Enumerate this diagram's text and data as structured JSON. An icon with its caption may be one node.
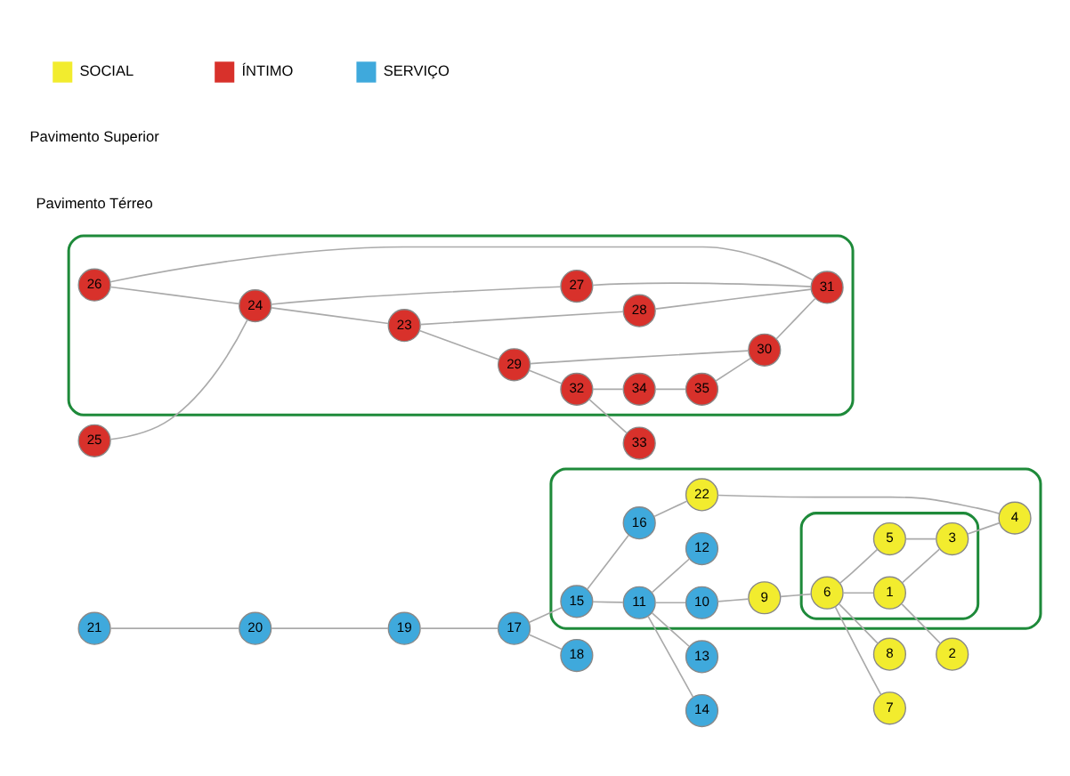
{
  "diagram": {
    "nodes": [
      {
        "text": [],
        "shape": "box"
      },
      {
        "text": [],
        "shape": "box",
        "in": 0
      },
      {
        "text": [],
        "shape": "box"
      },
      {
        "text": [
          "1"
        ],
        "in": 1
      },
      {
        "text": [
          "2"
        ]
      },
      {
        "text": [
          "3"
        ],
        "in": 1
      },
      {
        "text": [
          "4"
        ],
        "in": 0
      },
      {
        "text": [
          "5"
        ],
        "in": 1
      },
      {
        "text": [
          "6"
        ],
        "in": 1
      },
      {
        "text": [
          "7"
        ]
      },
      {
        "text": [
          "8"
        ]
      },
      {
        "text": [
          "9"
        ],
        "in": 0
      },
      {
        "text": [
          "10"
        ],
        "in": 0
      },
      {
        "text": [
          "11"
        ],
        "in": 0
      },
      {
        "text": [
          "12"
        ],
        "in": 0
      },
      {
        "text": [
          "13"
        ]
      },
      {
        "text": [
          "14"
        ]
      },
      {
        "text": [
          "15"
        ],
        "in": 0
      },
      {
        "text": [
          "16"
        ],
        "in": 0
      },
      {
        "text": [
          "17"
        ]
      },
      {
        "text": [
          "18"
        ]
      },
      {
        "text": [
          "19"
        ]
      },
      {
        "text": [
          "20"
        ]
      },
      {
        "text": [
          "21"
        ]
      },
      {
        "text": [
          "22"
        ],
        "in": 0
      },
      {
        "text": [
          "23"
        ],
        "in": 2
      },
      {
        "text": [
          "24"
        ],
        "in": 2
      },
      {
        "text": [
          "25"
        ]
      },
      {
        "text": [
          "26"
        ],
        "in": 2
      },
      {
        "text": [
          "27"
        ],
        "in": 2
      },
      {
        "text": [
          "28"
        ],
        "in": 2
      },
      {
        "text": [
          "29"
        ],
        "in": 2
      },
      {
        "text": [
          "30"
        ],
        "in": 2
      },
      {
        "text": [
          "31"
        ],
        "in": 2
      },
      {
        "text": [
          "32"
        ],
        "in": 2
      },
      {
        "text": [
          "33"
        ]
      },
      {
        "text": [
          "34"
        ],
        "in": 2
      },
      {
        "text": [
          "35"
        ],
        "in": 2
      }
    ],
    "edges": [
      {
        "from": 23,
        "to": 22,
        "arrow": "none"
      },
      {
        "from": 22,
        "to": 21,
        "arrow": "none"
      },
      {
        "from": 21,
        "to": 19,
        "arrow": "none"
      },
      {
        "from": 19,
        "to": 20,
        "arrow": "none"
      },
      {
        "from": 19,
        "to": 17,
        "arrow": "none"
      },
      {
        "from": 17,
        "to": 18,
        "arrow": "none"
      },
      {
        "from": 18,
        "to": 24,
        "arrow": "none"
      },
      {
        "from": 17,
        "to": 13,
        "arrow": "none"
      },
      {
        "from": 13,
        "to": 14,
        "arrow": "none"
      },
      {
        "from": 13,
        "to": 15,
        "arrow": "none"
      },
      {
        "from": 13,
        "to": 16,
        "arrow": "none"
      },
      {
        "from": 13,
        "to": 12,
        "arrow": "none"
      },
      {
        "from": 12,
        "to": 11,
        "arrow": "none"
      },
      {
        "from": 11,
        "to": 8,
        "arrow": "none"
      },
      {
        "from": 8,
        "to": 7,
        "arrow": "none"
      },
      {
        "from": 8,
        "to": 9,
        "arrow": "none"
      },
      {
        "from": 8,
        "to": 10,
        "arrow": "none"
      },
      {
        "from": 8,
        "to": 3,
        "arrow": "none"
      },
      {
        "from": 3,
        "to": 4,
        "arrow": "none"
      },
      {
        "from": 3,
        "to": 5,
        "arrow": "none"
      },
      {
        "from": 7,
        "to": 5,
        "arrow": "none"
      },
      {
        "from": 5,
        "to": 6,
        "arrow": "none"
      },
      {
        "from": 24,
        "to": 6,
        "arrow": "none"
      },
      {
        "from": 27,
        "to": 26,
        "arrow": "none"
      },
      {
        "from": 28,
        "to": 26,
        "arrow": "none"
      },
      {
        "from": 26,
        "to": 25,
        "arrow": "none"
      },
      {
        "from": 25,
        "to": 31,
        "arrow": "none"
      },
      {
        "from": 31,
        "to": 34,
        "arrow": "none"
      },
      {
        "from": 34,
        "to": 35,
        "arrow": "none"
      },
      {
        "from": 34,
        "to": 36,
        "arrow": "none"
      },
      {
        "from": 36,
        "to": 37,
        "arrow": "none"
      },
      {
        "from": 37,
        "to": 32,
        "arrow": "none"
      },
      {
        "from": 32,
        "to": 31,
        "arrow": "none"
      },
      {
        "from": 26,
        "to": 29,
        "arrow": "none"
      },
      {
        "from": 29,
        "to": 33,
        "arrow": "none"
      },
      {
        "from": 28,
        "to": 33,
        "arrow": "none"
      },
      {
        "from": 25,
        "to": 30,
        "arrow": "none"
      },
      {
        "from": 30,
        "to": 33,
        "arrow": "none"
      },
      {
        "from": 32,
        "to": 33,
        "arrow": "none"
      }
    ],
    "labels": [
      "Pavimento Térreo",
      "Pavimento Superior"
    ],
    "legend": [
      {
        "text": "SOCIAL",
        "color": "#f2ec2e"
      },
      {
        "text": "ÍNTIMO",
        "color": "#d8312b"
      },
      {
        "text": "SERVIÇO",
        "color": "#3fa9dc"
      }
    ]
  }
}
